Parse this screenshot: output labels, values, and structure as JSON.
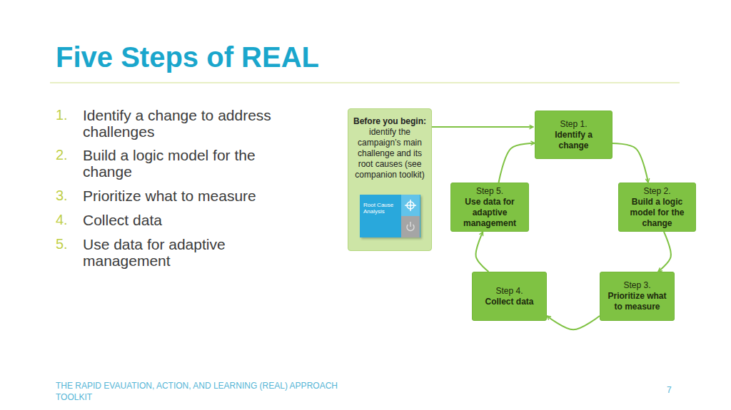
{
  "diagram": {
    "title": "Five Steps of REAL",
    "nodes": [
      {
        "text": [
          "Before you begin:",
          "identify the campaign’s main challenge and its root causes (see companion toolkit)"
        ]
      },
      {
        "text": [
          "Root Cause Analysis"
        ],
        "in": 0
      },
      {
        "text": [
          "Step 1.",
          "Identify a change"
        ]
      },
      {
        "text": [
          "Step 2.",
          "Build a logic model for the change"
        ]
      },
      {
        "text": [
          "Step 3.",
          "Prioritize what to measure"
        ]
      },
      {
        "text": [
          "Step 4.",
          "Collect data"
        ]
      },
      {
        "text": [
          "Step 5.",
          "Use data for adaptive management"
        ]
      }
    ],
    "edges": [
      {
        "from": 0,
        "to": 2,
        "arrow": "to"
      },
      {
        "from": 2,
        "to": 3,
        "arrow": "to"
      },
      {
        "from": 3,
        "to": 4,
        "arrow": "to"
      },
      {
        "from": 4,
        "to": 5,
        "arrow": "to"
      },
      {
        "from": 5,
        "to": 6,
        "arrow": "to"
      },
      {
        "from": 6,
        "to": 2,
        "arrow": "to"
      }
    ],
    "labels": [
      "1.",
      "Identify a change to address challenges",
      "2.",
      "Build a logic model for the change",
      "3.",
      "Prioritize what to measure",
      "4.",
      "Collect data",
      "5.",
      "Use data for adaptive management",
      "THE RAPID EVAUATION, ACTION, AND LEARNING (REAL) APPROACH TOOLKIT",
      "7"
    ]
  }
}
